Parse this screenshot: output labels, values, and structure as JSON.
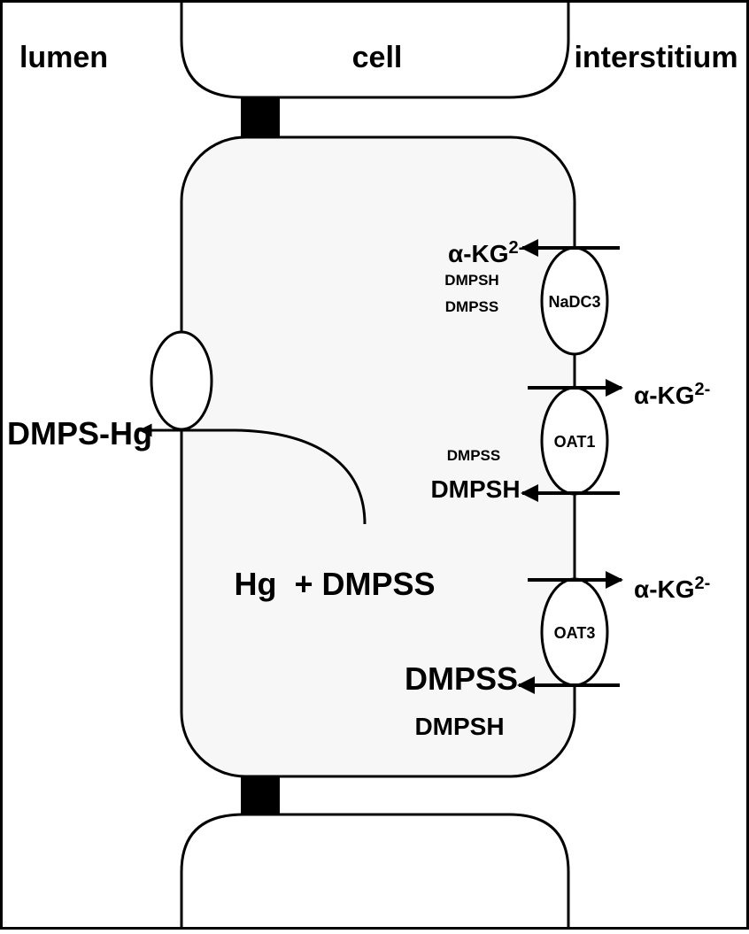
{
  "regions": {
    "lumen": "lumen",
    "cell": "cell",
    "interstitium": "interstitium"
  },
  "transporters": {
    "apical": "",
    "nadc3": "NaDC3",
    "oat1": "OAT1",
    "oat3": "OAT3"
  },
  "labels": {
    "dmps_hg": "DMPS-Hg",
    "hg_dmpss": "Hg  + DMPSS",
    "nadc3_akg_base": "α-KG",
    "nadc3_akg_sup": "2-",
    "nadc3_dmpsh": "DMPSH",
    "nadc3_dmpss": "DMPSS",
    "oat1_akg_base": "α-KG",
    "oat1_akg_sup": "2-",
    "oat1_dmpss": "DMPSS",
    "oat1_dmpsh": "DMPSH",
    "oat3_akg_base": "α-KG",
    "oat3_akg_sup": "2-",
    "oat3_dmpss": "DMPSS",
    "oat3_dmpsh": "DMPSH"
  },
  "colors": {
    "cell_fill": "#f7f7f7",
    "stroke": "#000000",
    "background": "#ffffff"
  }
}
